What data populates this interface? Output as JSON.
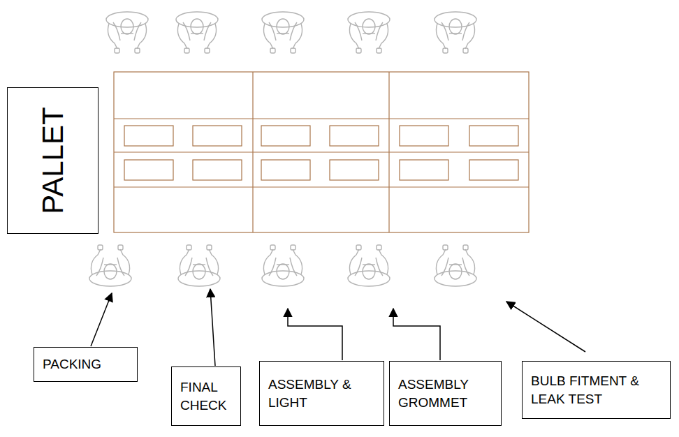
{
  "diagram": {
    "nodes": [
      {
        "text": [
          "PALLET"
        ]
      },
      {
        "text": [
          "PACKING"
        ]
      },
      {
        "text": [
          "FINAL CHECK"
        ]
      },
      {
        "text": [
          "ASSEMBLY & LIGHT"
        ]
      },
      {
        "text": [
          "ASSEMBLY GROMMET"
        ]
      },
      {
        "text": [
          "BULB FITMENT & LEAK TEST"
        ]
      }
    ],
    "edges": []
  }
}
